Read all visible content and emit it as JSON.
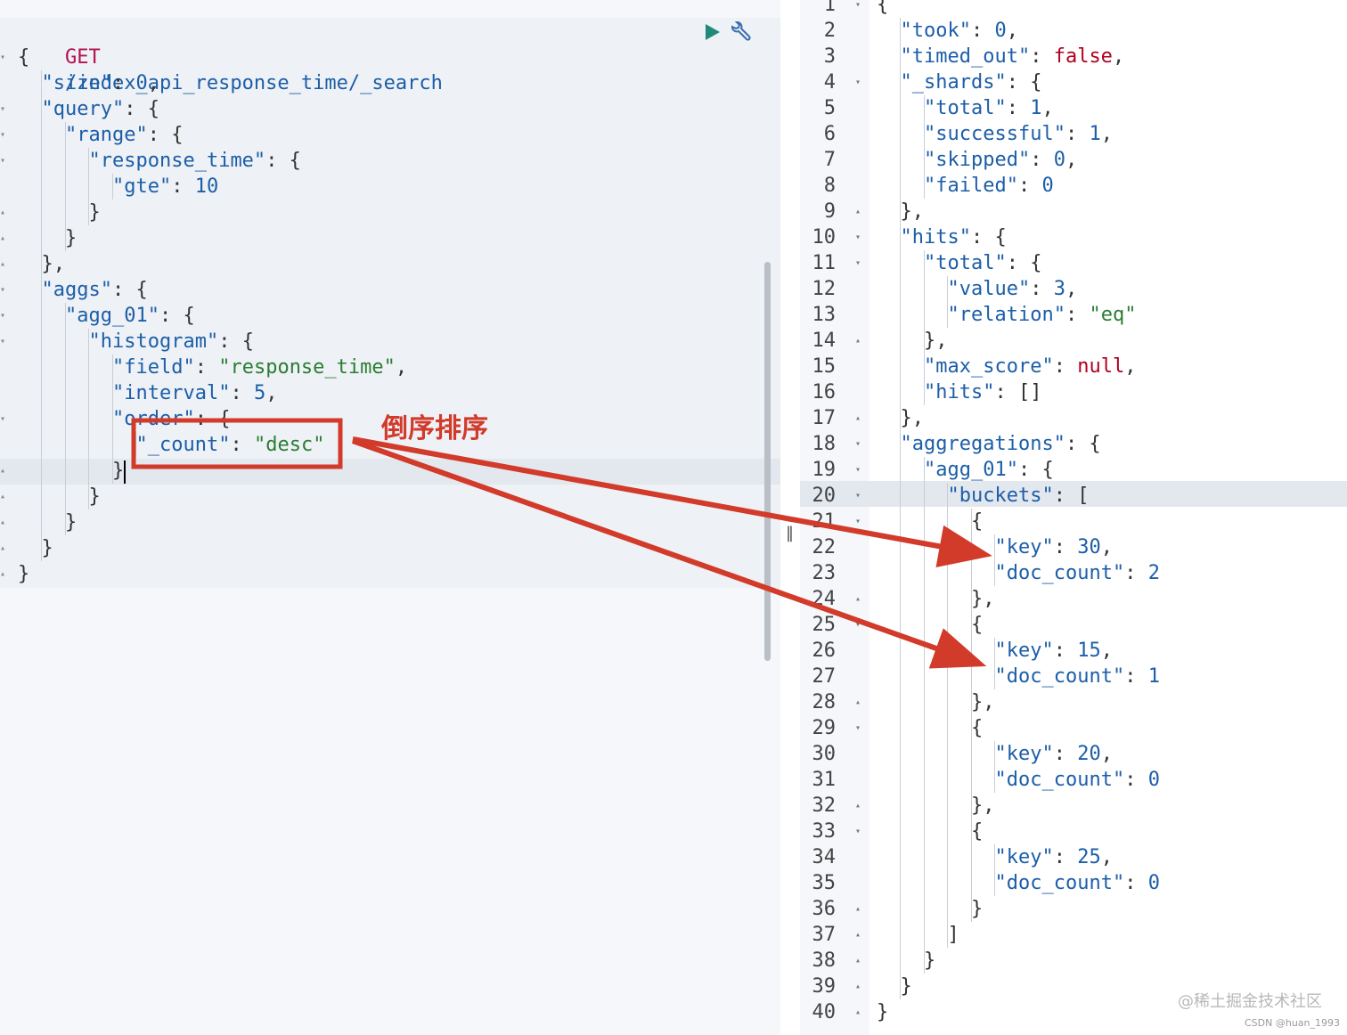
{
  "request": {
    "method": "GET",
    "path": "/index_api_response_time/_search",
    "lines": [
      {
        "fold": "▾",
        "tokens": [
          {
            "t": "{",
            "c": "p"
          }
        ]
      },
      {
        "fold": "",
        "tokens": [
          {
            "t": "\"size\"",
            "c": "k"
          },
          {
            "t": ": ",
            "c": "p"
          },
          {
            "t": "0",
            "c": "n"
          },
          {
            "t": ",",
            "c": "p"
          }
        ]
      },
      {
        "fold": "▾",
        "tokens": [
          {
            "t": "\"query\"",
            "c": "k"
          },
          {
            "t": ": {",
            "c": "p"
          }
        ]
      },
      {
        "fold": "▾",
        "tokens": [
          {
            "t": "\"range\"",
            "c": "k"
          },
          {
            "t": ": {",
            "c": "p"
          }
        ]
      },
      {
        "fold": "▾",
        "tokens": [
          {
            "t": "\"response_time\"",
            "c": "k"
          },
          {
            "t": ": {",
            "c": "p"
          }
        ]
      },
      {
        "fold": "",
        "tokens": [
          {
            "t": "\"gte\"",
            "c": "k"
          },
          {
            "t": ": ",
            "c": "p"
          },
          {
            "t": "10",
            "c": "n"
          }
        ]
      },
      {
        "fold": "▴",
        "tokens": [
          {
            "t": "}",
            "c": "p"
          }
        ]
      },
      {
        "fold": "▴",
        "tokens": [
          {
            "t": "}",
            "c": "p"
          }
        ]
      },
      {
        "fold": "▴",
        "tokens": [
          {
            "t": "},",
            "c": "p"
          }
        ]
      },
      {
        "fold": "▾",
        "tokens": [
          {
            "t": "\"aggs\"",
            "c": "k"
          },
          {
            "t": ": {",
            "c": "p"
          }
        ]
      },
      {
        "fold": "▾",
        "tokens": [
          {
            "t": "\"agg_01\"",
            "c": "k"
          },
          {
            "t": ": {",
            "c": "p"
          }
        ]
      },
      {
        "fold": "▾",
        "tokens": [
          {
            "t": "\"histogram\"",
            "c": "k"
          },
          {
            "t": ": {",
            "c": "p"
          }
        ]
      },
      {
        "fold": "",
        "tokens": [
          {
            "t": "\"field\"",
            "c": "k"
          },
          {
            "t": ": ",
            "c": "p"
          },
          {
            "t": "\"response_time\"",
            "c": "s"
          },
          {
            "t": ",",
            "c": "p"
          }
        ]
      },
      {
        "fold": "",
        "tokens": [
          {
            "t": "\"interval\"",
            "c": "k"
          },
          {
            "t": ": ",
            "c": "p"
          },
          {
            "t": "5",
            "c": "n"
          },
          {
            "t": ",",
            "c": "p"
          }
        ]
      },
      {
        "fold": "▾",
        "tokens": [
          {
            "t": "\"order\"",
            "c": "k"
          },
          {
            "t": ": {",
            "c": "p"
          }
        ]
      },
      {
        "fold": "",
        "tokens": [
          {
            "t": "\"_count\"",
            "c": "k"
          },
          {
            "t": ": ",
            "c": "p"
          },
          {
            "t": "\"desc\"",
            "c": "s"
          }
        ]
      },
      {
        "fold": "▴",
        "tokens": [
          {
            "t": "}",
            "c": "p"
          }
        ]
      },
      {
        "fold": "▴",
        "tokens": [
          {
            "t": "}",
            "c": "p"
          }
        ]
      },
      {
        "fold": "▴",
        "tokens": [
          {
            "t": "}",
            "c": "p"
          }
        ]
      },
      {
        "fold": "▴",
        "tokens": [
          {
            "t": "}",
            "c": "p"
          }
        ]
      },
      {
        "fold": "▴",
        "tokens": [
          {
            "t": "}",
            "c": "p"
          }
        ]
      }
    ]
  },
  "response": {
    "lines": [
      {
        "n": "1",
        "fold": "▾",
        "tokens": [
          {
            "t": "{",
            "c": "p"
          }
        ]
      },
      {
        "n": "2",
        "fold": "",
        "tokens": [
          {
            "t": "\"took\"",
            "c": "k"
          },
          {
            "t": ": ",
            "c": "p"
          },
          {
            "t": "0",
            "c": "n"
          },
          {
            "t": ",",
            "c": "p"
          }
        ]
      },
      {
        "n": "3",
        "fold": "",
        "tokens": [
          {
            "t": "\"timed_out\"",
            "c": "k"
          },
          {
            "t": ": ",
            "c": "p"
          },
          {
            "t": "false",
            "c": "b"
          },
          {
            "t": ",",
            "c": "p"
          }
        ]
      },
      {
        "n": "4",
        "fold": "▾",
        "tokens": [
          {
            "t": "\"_shards\"",
            "c": "k"
          },
          {
            "t": ": {",
            "c": "p"
          }
        ]
      },
      {
        "n": "5",
        "fold": "",
        "tokens": [
          {
            "t": "\"total\"",
            "c": "k"
          },
          {
            "t": ": ",
            "c": "p"
          },
          {
            "t": "1",
            "c": "n"
          },
          {
            "t": ",",
            "c": "p"
          }
        ]
      },
      {
        "n": "6",
        "fold": "",
        "tokens": [
          {
            "t": "\"successful\"",
            "c": "k"
          },
          {
            "t": ": ",
            "c": "p"
          },
          {
            "t": "1",
            "c": "n"
          },
          {
            "t": ",",
            "c": "p"
          }
        ]
      },
      {
        "n": "7",
        "fold": "",
        "tokens": [
          {
            "t": "\"skipped\"",
            "c": "k"
          },
          {
            "t": ": ",
            "c": "p"
          },
          {
            "t": "0",
            "c": "n"
          },
          {
            "t": ",",
            "c": "p"
          }
        ]
      },
      {
        "n": "8",
        "fold": "",
        "tokens": [
          {
            "t": "\"failed\"",
            "c": "k"
          },
          {
            "t": ": ",
            "c": "p"
          },
          {
            "t": "0",
            "c": "n"
          }
        ]
      },
      {
        "n": "9",
        "fold": "▴",
        "tokens": [
          {
            "t": "},",
            "c": "p"
          }
        ]
      },
      {
        "n": "10",
        "fold": "▾",
        "tokens": [
          {
            "t": "\"hits\"",
            "c": "k"
          },
          {
            "t": ": {",
            "c": "p"
          }
        ]
      },
      {
        "n": "11",
        "fold": "▾",
        "tokens": [
          {
            "t": "\"total\"",
            "c": "k"
          },
          {
            "t": ": {",
            "c": "p"
          }
        ]
      },
      {
        "n": "12",
        "fold": "",
        "tokens": [
          {
            "t": "\"value\"",
            "c": "k"
          },
          {
            "t": ": ",
            "c": "p"
          },
          {
            "t": "3",
            "c": "n"
          },
          {
            "t": ",",
            "c": "p"
          }
        ]
      },
      {
        "n": "13",
        "fold": "",
        "tokens": [
          {
            "t": "\"relation\"",
            "c": "k"
          },
          {
            "t": ": ",
            "c": "p"
          },
          {
            "t": "\"eq\"",
            "c": "s"
          }
        ]
      },
      {
        "n": "14",
        "fold": "▴",
        "tokens": [
          {
            "t": "},",
            "c": "p"
          }
        ]
      },
      {
        "n": "15",
        "fold": "",
        "tokens": [
          {
            "t": "\"max_score\"",
            "c": "k"
          },
          {
            "t": ": ",
            "c": "p"
          },
          {
            "t": "null",
            "c": "b"
          },
          {
            "t": ",",
            "c": "p"
          }
        ]
      },
      {
        "n": "16",
        "fold": "",
        "tokens": [
          {
            "t": "\"hits\"",
            "c": "k"
          },
          {
            "t": ": []",
            "c": "p"
          }
        ]
      },
      {
        "n": "17",
        "fold": "▴",
        "tokens": [
          {
            "t": "},",
            "c": "p"
          }
        ]
      },
      {
        "n": "18",
        "fold": "▾",
        "tokens": [
          {
            "t": "\"aggregations\"",
            "c": "k"
          },
          {
            "t": ": {",
            "c": "p"
          }
        ]
      },
      {
        "n": "19",
        "fold": "▾",
        "tokens": [
          {
            "t": "\"agg_01\"",
            "c": "k"
          },
          {
            "t": ": {",
            "c": "p"
          }
        ]
      },
      {
        "n": "20",
        "fold": "▾",
        "tokens": [
          {
            "t": "\"buckets\"",
            "c": "k"
          },
          {
            "t": ": [",
            "c": "p"
          }
        ]
      },
      {
        "n": "21",
        "fold": "▾",
        "tokens": [
          {
            "t": "{",
            "c": "p"
          }
        ]
      },
      {
        "n": "22",
        "fold": "",
        "tokens": [
          {
            "t": "\"key\"",
            "c": "k"
          },
          {
            "t": ": ",
            "c": "p"
          },
          {
            "t": "30",
            "c": "n"
          },
          {
            "t": ",",
            "c": "p"
          }
        ]
      },
      {
        "n": "23",
        "fold": "",
        "tokens": [
          {
            "t": "\"doc_count\"",
            "c": "k"
          },
          {
            "t": ": ",
            "c": "p"
          },
          {
            "t": "2",
            "c": "n"
          }
        ]
      },
      {
        "n": "24",
        "fold": "▴",
        "tokens": [
          {
            "t": "},",
            "c": "p"
          }
        ]
      },
      {
        "n": "25",
        "fold": "▾",
        "tokens": [
          {
            "t": "{",
            "c": "p"
          }
        ]
      },
      {
        "n": "26",
        "fold": "",
        "tokens": [
          {
            "t": "\"key\"",
            "c": "k"
          },
          {
            "t": ": ",
            "c": "p"
          },
          {
            "t": "15",
            "c": "n"
          },
          {
            "t": ",",
            "c": "p"
          }
        ]
      },
      {
        "n": "27",
        "fold": "",
        "tokens": [
          {
            "t": "\"doc_count\"",
            "c": "k"
          },
          {
            "t": ": ",
            "c": "p"
          },
          {
            "t": "1",
            "c": "n"
          }
        ]
      },
      {
        "n": "28",
        "fold": "▴",
        "tokens": [
          {
            "t": "},",
            "c": "p"
          }
        ]
      },
      {
        "n": "29",
        "fold": "▾",
        "tokens": [
          {
            "t": "{",
            "c": "p"
          }
        ]
      },
      {
        "n": "30",
        "fold": "",
        "tokens": [
          {
            "t": "\"key\"",
            "c": "k"
          },
          {
            "t": ": ",
            "c": "p"
          },
          {
            "t": "20",
            "c": "n"
          },
          {
            "t": ",",
            "c": "p"
          }
        ]
      },
      {
        "n": "31",
        "fold": "",
        "tokens": [
          {
            "t": "\"doc_count\"",
            "c": "k"
          },
          {
            "t": ": ",
            "c": "p"
          },
          {
            "t": "0",
            "c": "n"
          }
        ]
      },
      {
        "n": "32",
        "fold": "▴",
        "tokens": [
          {
            "t": "},",
            "c": "p"
          }
        ]
      },
      {
        "n": "33",
        "fold": "▾",
        "tokens": [
          {
            "t": "{",
            "c": "p"
          }
        ]
      },
      {
        "n": "34",
        "fold": "",
        "tokens": [
          {
            "t": "\"key\"",
            "c": "k"
          },
          {
            "t": ": ",
            "c": "p"
          },
          {
            "t": "25",
            "c": "n"
          },
          {
            "t": ",",
            "c": "p"
          }
        ]
      },
      {
        "n": "35",
        "fold": "",
        "tokens": [
          {
            "t": "\"doc_count\"",
            "c": "k"
          },
          {
            "t": ": ",
            "c": "p"
          },
          {
            "t": "0",
            "c": "n"
          }
        ]
      },
      {
        "n": "36",
        "fold": "▴",
        "tokens": [
          {
            "t": "}",
            "c": "p"
          }
        ]
      },
      {
        "n": "37",
        "fold": "▴",
        "tokens": [
          {
            "t": "]",
            "c": "p"
          }
        ]
      },
      {
        "n": "38",
        "fold": "▴",
        "tokens": [
          {
            "t": "}",
            "c": "p"
          }
        ]
      },
      {
        "n": "39",
        "fold": "▴",
        "tokens": [
          {
            "t": "}",
            "c": "p"
          }
        ]
      },
      {
        "n": "40",
        "fold": "▴",
        "tokens": [
          {
            "t": "}",
            "c": "p"
          }
        ]
      }
    ]
  },
  "toolbar": {
    "run_icon": "play-icon",
    "settings_icon": "wrench-icon"
  },
  "annotation": {
    "label": "倒序排序",
    "color": "#d23a2a"
  },
  "watermark": "@稀土掘金技术社区",
  "credit": "CSDN @huan_1993",
  "splitter_glyph": "‖",
  "colors": {
    "key": "#1c5ea8",
    "string": "#2a7d32",
    "number": "#1c5ea8",
    "literal": "#b00020",
    "method": "#b3124f"
  }
}
